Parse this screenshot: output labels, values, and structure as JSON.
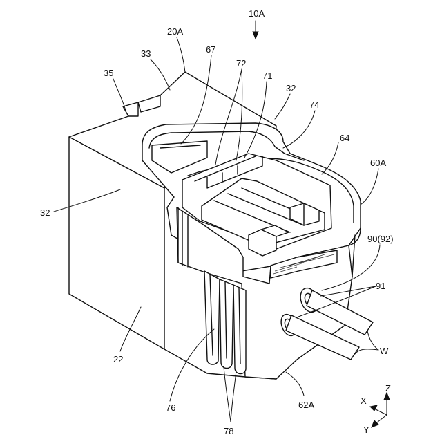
{
  "figure_ref": "10A",
  "labels": {
    "l20A": "20A",
    "l33": "33",
    "l67": "67",
    "l72": "72",
    "l71": "71",
    "l35": "35",
    "l32_top": "32",
    "l74": "74",
    "l64": "64",
    "l60A": "60A",
    "l32_left": "32",
    "l90": "90(92)",
    "l91": "91",
    "l22": "22",
    "lW": "W",
    "l76": "76",
    "l62A": "62A",
    "l78": "78"
  },
  "axes": {
    "z": "Z",
    "x": "X",
    "y": "Y"
  }
}
